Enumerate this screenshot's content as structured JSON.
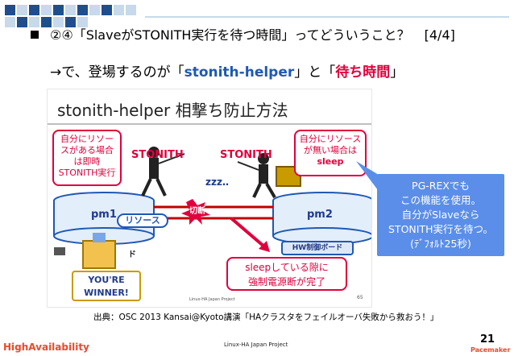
{
  "header": {
    "title_line1": "②④「SlaveがSTONITH実行を待つ時間」ってどういうこと？",
    "page_indicator": "[4/4]",
    "title_line2_prefix": "→で、登場するのが「",
    "title_line2_helper": "stonith-helper",
    "title_line2_mid": "」と「",
    "title_line2_wait": "待ち時間",
    "title_line2_suffix": "」"
  },
  "slide": {
    "title": "stonith-helper 相撃ち防止方法",
    "callout_left": [
      "自分にリソー",
      "スがある場合",
      "は即時",
      "STONITH実行"
    ],
    "callout_right": [
      "自分にリソース",
      "が無い場合は",
      "sleep"
    ],
    "stonith_left": "STONITH",
    "stonith_right": "STONITH",
    "zzz": "zzz‥",
    "pm1": "pm1",
    "pm2": "pm2",
    "resource_label": "リソース",
    "switch_label": "切断",
    "hw_left": "ド",
    "hw_right": "HW制御ボード",
    "winner_line1": "YOU'RE",
    "winner_line2": "WINNER!",
    "sleep_line1": "sleepしている隙に",
    "sleep_line2": "強制電源断が完了",
    "footer": "Linux-HA Japan Project",
    "page_num": "65"
  },
  "blue_callout": [
    "PG-REXでも",
    "この機能を使用。",
    "自分がSlaveなら",
    "STONITH実行を待つ。",
    "(ﾃﾞﾌｫﾙﾄ25秒)"
  ],
  "source_note": "出典：OSC 2013 Kansai@Kyoto講演「HAクラスタをフェイルオーバ失敗から救おう！」",
  "footer": {
    "project": "Linux-HA Japan Project",
    "page_number": "21",
    "logo_left": "HighAvailability",
    "logo_right": "Pacemaker"
  },
  "colors": {
    "accent_red": "#e0003c",
    "accent_blue": "#1f58b4",
    "callout_blue": "#5b8ee8",
    "square_blue": "#1f4e8c",
    "square_light": "#c7d9ea"
  }
}
